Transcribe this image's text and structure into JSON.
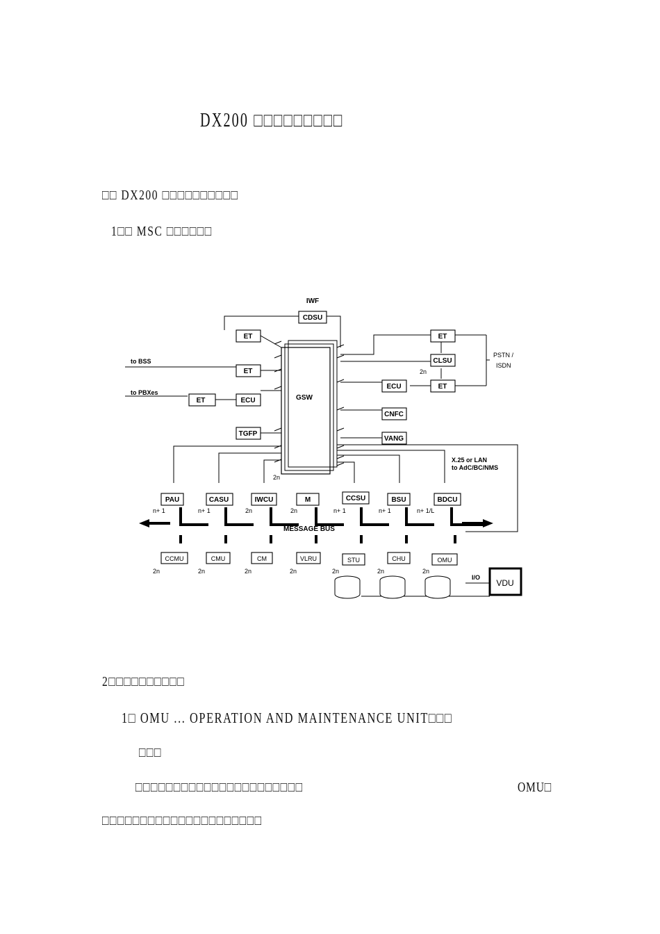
{
  "doc": {
    "title": "DX200 □□□□□□□□□",
    "heading_1": "□□ DX200 □□□□□□□□□□",
    "heading_1_1": "1□□ MSC □□□□□□",
    "heading_2": "2□□□□□□□□□□",
    "item_1": "1□ OMU ... OPERATION AND MAINTENANCE UNIT□□□",
    "item_1_cont": "□□□",
    "para_1a": "□□□□□□□□□□□□□□□□□□□□□□",
    "para_1b": "OMU□",
    "para_2": "□□□□□□□□□□□□□□□□□□□□□"
  },
  "diagram": {
    "iwf": "IWF",
    "cdsu": "CDSU",
    "et_top": "ET",
    "et_bss": "ET",
    "to_bss": "to BSS",
    "to_pbx": "to PBXes",
    "et_pbx": "ET",
    "ecu_left": "ECU",
    "tgfp": "TGFP",
    "gsw": "GSW",
    "et_r1": "ET",
    "clsu": "CLSU",
    "et_r2": "ET",
    "pstn": "PSTN /",
    "isdn": "ISDN",
    "two_n_clsu": "2n",
    "ecu_right": "ECU",
    "cnfc": "CNFC",
    "vang": "VANG",
    "x25_1": "X.25 or LAN",
    "x25_2": "to AdC/BC/NMS",
    "two_n_gsw": "2n",
    "pau": "PAU",
    "casu": "CASU",
    "iwcu": "IWCU",
    "m": "M",
    "ccsu": "CCSU",
    "bsu": "BSU",
    "bdcu": "BDCU",
    "mult_pau": "n+ 1",
    "mult_casu": "n+ 1",
    "mult_iwcu": "2n",
    "mult_m": "2n",
    "mult_ccsu": "n+ 1",
    "mult_bsu": "n+ 1",
    "mult_bdcu": "n+ 1/L",
    "message_bus": "MESSAGE BUS",
    "ccmu": "CCMU",
    "cmu": "CMU",
    "cm": "CM",
    "vlru": "VLRU",
    "stu": "STU",
    "chu": "CHU",
    "omu": "OMU",
    "lbl_ccmu": "2n",
    "lbl_cmu": "2n",
    "lbl_cm": "2n",
    "lbl_vlru": "2n",
    "lbl_stu": "2n",
    "lbl_chu": "2n",
    "lbl_omu": "2n",
    "io": "I/O",
    "vdu": "VDU"
  }
}
